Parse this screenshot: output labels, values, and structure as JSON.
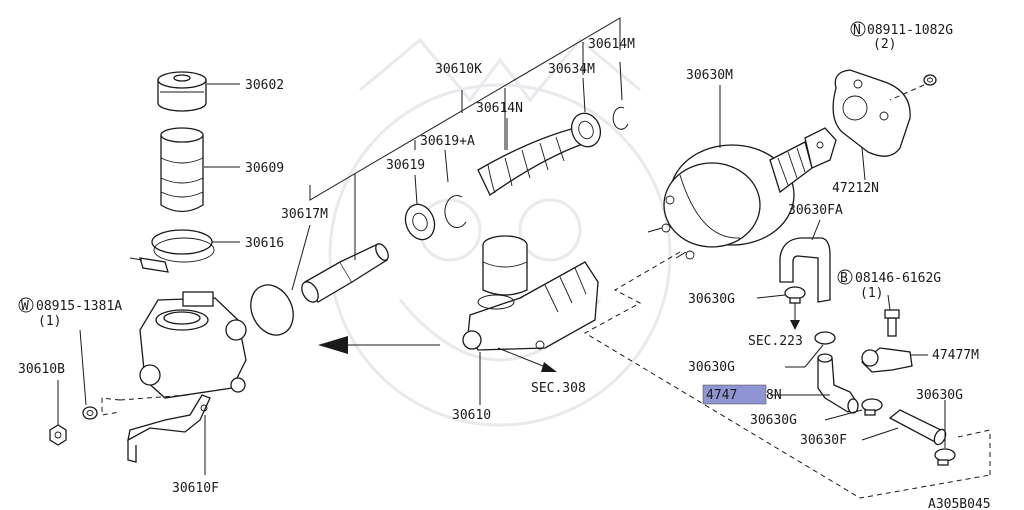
{
  "diagram_id": "A305B045",
  "highlight_color": "#8f95d3",
  "parts": {
    "p30602": "30602",
    "p30609": "30609",
    "p30616": "30616",
    "p30610K": "30610K",
    "p30614M": "30614M",
    "p30634M": "30634M",
    "p30614N": "30614N",
    "p30619a": "30619+A",
    "p30619": "30619",
    "p30617M": "30617M",
    "p30630M": "30630M",
    "p30630FA": "30630FA",
    "p47212N": "47212N",
    "p30630G_1": "30630G",
    "p30630G_2": "30630G",
    "p30630G_3": "30630G",
    "p30630G_4": "30630G",
    "p47477M": "47477M",
    "p47478_hl": "4747",
    "p47478_rest": "8N",
    "p30630F": "30630F",
    "p30610": "30610",
    "p30610B": "30610B",
    "p30610F": "30610F"
  },
  "fasteners": {
    "n_badge": "N",
    "n_code": "08911-1082G",
    "n_qty": "(2)",
    "b_badge": "B",
    "b_code": "08146-6162G",
    "b_qty": "(1)",
    "w_badge": "W",
    "w_code": "08915-1381A",
    "w_qty": "(1)"
  },
  "sections": {
    "sec223": "SEC.223",
    "sec308": "SEC.308"
  }
}
